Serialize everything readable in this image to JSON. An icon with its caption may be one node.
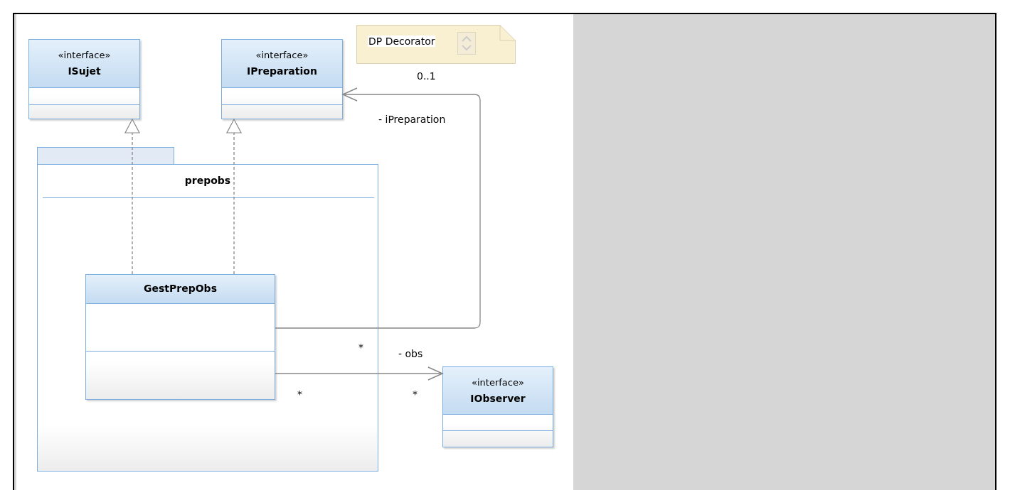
{
  "diagram": {
    "nodes": [
      {
        "text": [
          "«interface»",
          "ISujet"
        ]
      },
      {
        "text": [
          "«interface»",
          "IPreparation"
        ]
      },
      {
        "text": [
          "DP Decorator"
        ]
      },
      {
        "text": [
          "prepobs"
        ]
      },
      {
        "text": [
          "GestPrepObs"
        ],
        "in": 3
      },
      {
        "text": [
          "«interface»",
          "IObserver"
        ]
      }
    ],
    "edges": [
      {
        "from": 4,
        "to": 0,
        "arrow": "to",
        "style": "dashed"
      },
      {
        "from": 4,
        "to": 1,
        "arrow": "to",
        "style": "dashed"
      },
      {
        "from": 4,
        "to": 1,
        "arrow": "to",
        "label": "- iPreparation"
      },
      {
        "from": 4,
        "to": 5,
        "arrow": "to",
        "label": "- obs"
      }
    ],
    "labels": [
      "0..1",
      "*",
      "*",
      "*"
    ]
  }
}
